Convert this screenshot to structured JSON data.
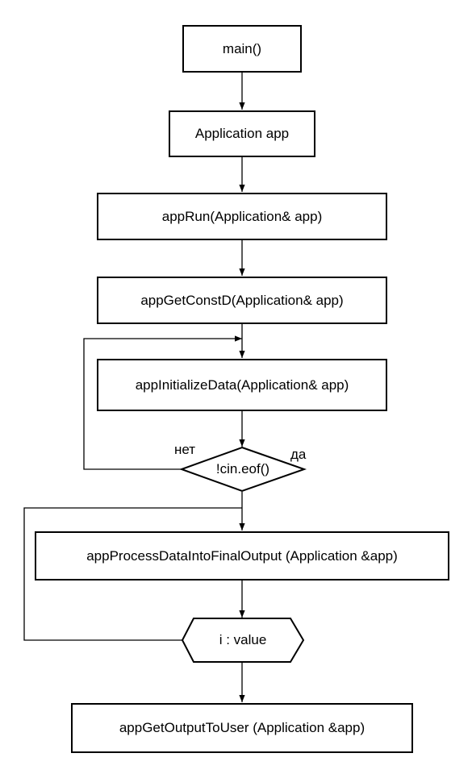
{
  "diagram": {
    "nodes": {
      "main": "main()",
      "app_decl": "Application app",
      "app_run": "appRun(Application& app)",
      "get_const": "appGetConstD(Application& app)",
      "init_data": "appInitializeData(Application& app)",
      "eof_check": "!cin.eof()",
      "process": "appProcessDataIntoFinalOutput (Application &app)",
      "loop": "i : value",
      "output": "appGetOutputToUser (Application &app)"
    },
    "branches": {
      "no": "нет",
      "yes": "да"
    },
    "colors": {
      "stroke": "#000000",
      "background": "#ffffff"
    }
  }
}
